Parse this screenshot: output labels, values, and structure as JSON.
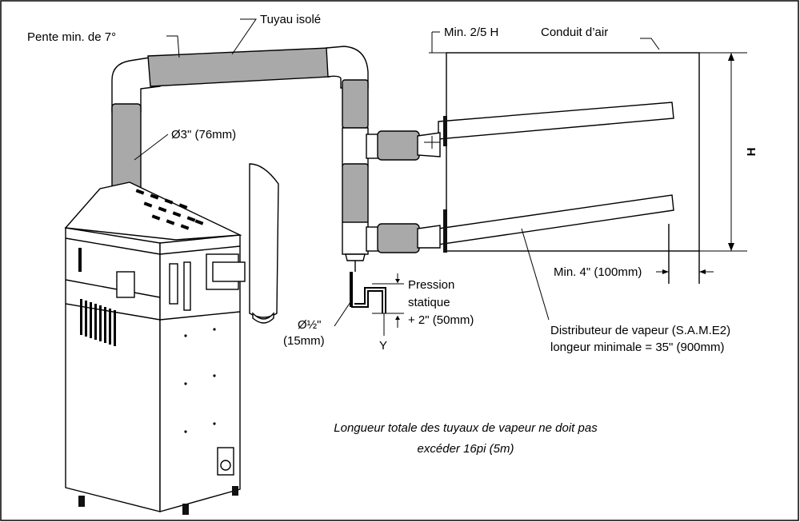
{
  "labels": {
    "slope": "Pente min. de 7°",
    "insulated_pipe": "Tuyau isolé",
    "min_2_5_h": "Min. 2/5 H",
    "air_duct": "Conduit d’air",
    "diameter_3": "Ø3\" (76mm)",
    "height": "H",
    "min_4": "Min. 4\" (100mm)",
    "pressure_line1": "Pression",
    "pressure_line2": "statique",
    "pressure_line3": "+ 2\" (50mm)",
    "drain_diameter_line1": "Ø½\"",
    "drain_diameter_line2": "(15mm)",
    "trap": "Y",
    "distributor_line1": "Distributeur de vapeur (S.A.M.E2)",
    "distributor_line2": "longeur minimale = 35\" (900mm)",
    "note_line1": "Longueur totale des tuyaux de vapeur ne doit pas",
    "note_line2": "excéder 16pi (5m)"
  }
}
